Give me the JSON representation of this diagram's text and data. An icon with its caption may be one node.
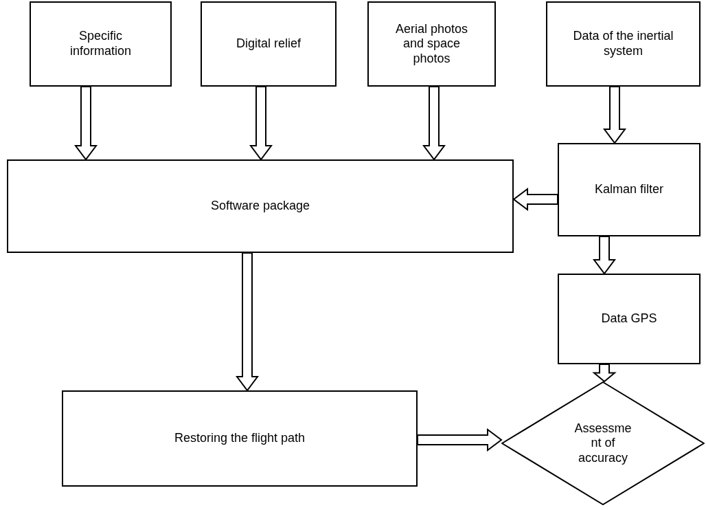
{
  "diagram": {
    "nodes": [
      {
        "text": [
          "Specific information"
        ]
      },
      {
        "text": [
          "Digital relief"
        ]
      },
      {
        "text": [
          "Aerial photos and space photos"
        ]
      },
      {
        "text": [
          "Data of the inertial system"
        ]
      },
      {
        "text": [
          "Software package"
        ]
      },
      {
        "text": [
          "Kalman filter"
        ]
      },
      {
        "text": [
          "Data GPS"
        ]
      },
      {
        "text": [
          "Restoring the flight path"
        ]
      },
      {
        "text": [
          "Assessme nt of accuracy"
        ]
      }
    ],
    "edges": [
      {
        "from": 0,
        "to": 4,
        "arrow": "to"
      },
      {
        "from": 1,
        "to": 4,
        "arrow": "to"
      },
      {
        "from": 2,
        "to": 4,
        "arrow": "to"
      },
      {
        "from": 3,
        "to": 5,
        "arrow": "to"
      },
      {
        "from": 5,
        "to": 4,
        "arrow": "to"
      },
      {
        "from": 5,
        "to": 6,
        "arrow": "to"
      },
      {
        "from": 4,
        "to": 7,
        "arrow": "to"
      },
      {
        "from": 6,
        "to": 8,
        "arrow": "to"
      },
      {
        "from": 7,
        "to": 8,
        "arrow": "to"
      }
    ]
  }
}
